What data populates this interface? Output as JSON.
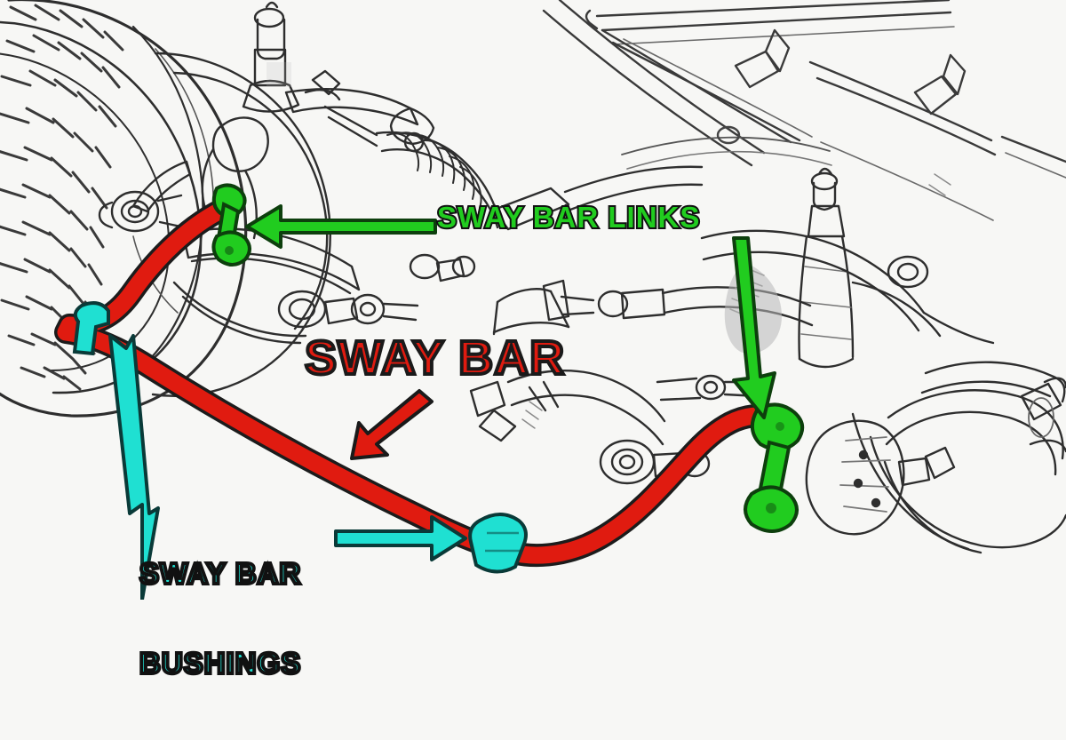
{
  "diagram": {
    "title_visible": false,
    "background_color": "#f7f7f5",
    "subject": "automotive front suspension line drawing with highlighted sway bar components",
    "line_art_color": "#2b2b2b"
  },
  "labels": {
    "sway_bar_links": {
      "text": "SWAY BAR LINKS",
      "color": "#21cc1f",
      "outline_color": "#111111"
    },
    "sway_bar": {
      "text": "SWAY BAR",
      "color": "#e01b10",
      "outline_color": "#1a1a1a"
    },
    "sway_bar_bushings": {
      "line1": "SWAY BAR",
      "line2": "BUSHINGS",
      "color": "#1fe0d2",
      "outline_color": "#111111"
    }
  },
  "highlights": {
    "sway_bar_color": "#e01b10",
    "links_color": "#21cc1f",
    "bushings_color": "#1fe0d2"
  },
  "arrows": [
    {
      "name": "links-arrow-left",
      "color": "#21cc1f",
      "direction": "left",
      "points_to": "front sway bar link"
    },
    {
      "name": "links-arrow-right",
      "color": "#21cc1f",
      "direction": "down",
      "points_to": "rear sway bar link"
    },
    {
      "name": "sway-bar-arrow",
      "color": "#e01b10",
      "direction": "down-left",
      "points_to": "sway bar"
    },
    {
      "name": "bushing-arrow-left",
      "color": "#1fe0d2",
      "direction": "up-right",
      "points_to": "left sway bar bushing"
    },
    {
      "name": "bushing-arrow-right",
      "color": "#1fe0d2",
      "direction": "right",
      "points_to": "center sway bar bushing"
    }
  ]
}
